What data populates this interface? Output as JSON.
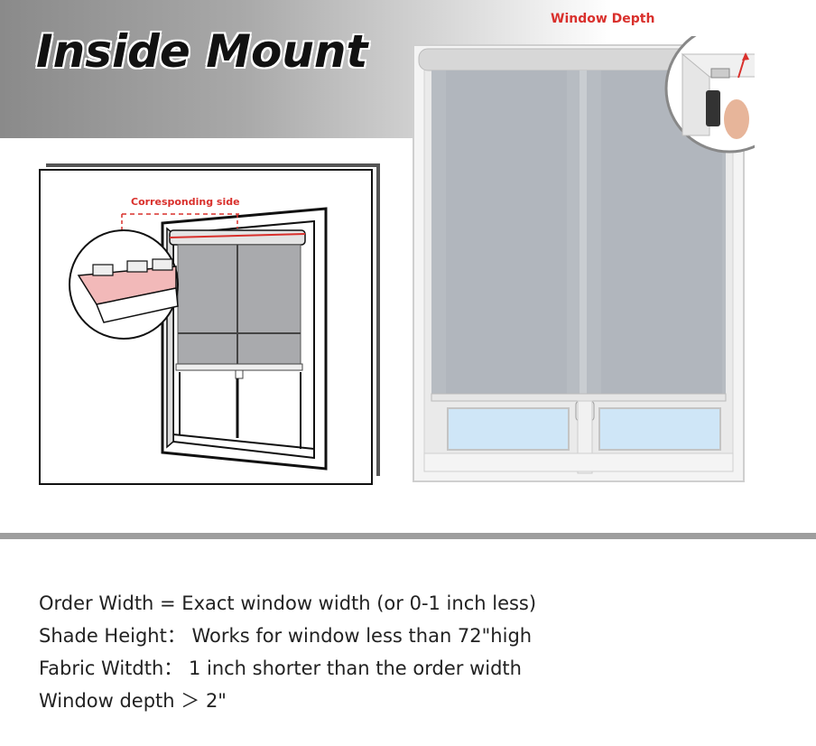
{
  "title": "Inside Mount",
  "diagram": {
    "label": "Corresponding side"
  },
  "photo": {
    "inset_label": "Window Depth"
  },
  "specs": [
    "Order Width = Exact window width   (or 0-1 inch less)",
    "Shade Height： Works for window less than 72\"high",
    "Fabric Witdth： 1 inch shorter than the order width",
    "Window depth ＞ 2\""
  ],
  "colors": {
    "accent_red": "#d9302c",
    "fabric_gray": "#b7bcc2",
    "glass_blue": "#cfe6f7"
  }
}
